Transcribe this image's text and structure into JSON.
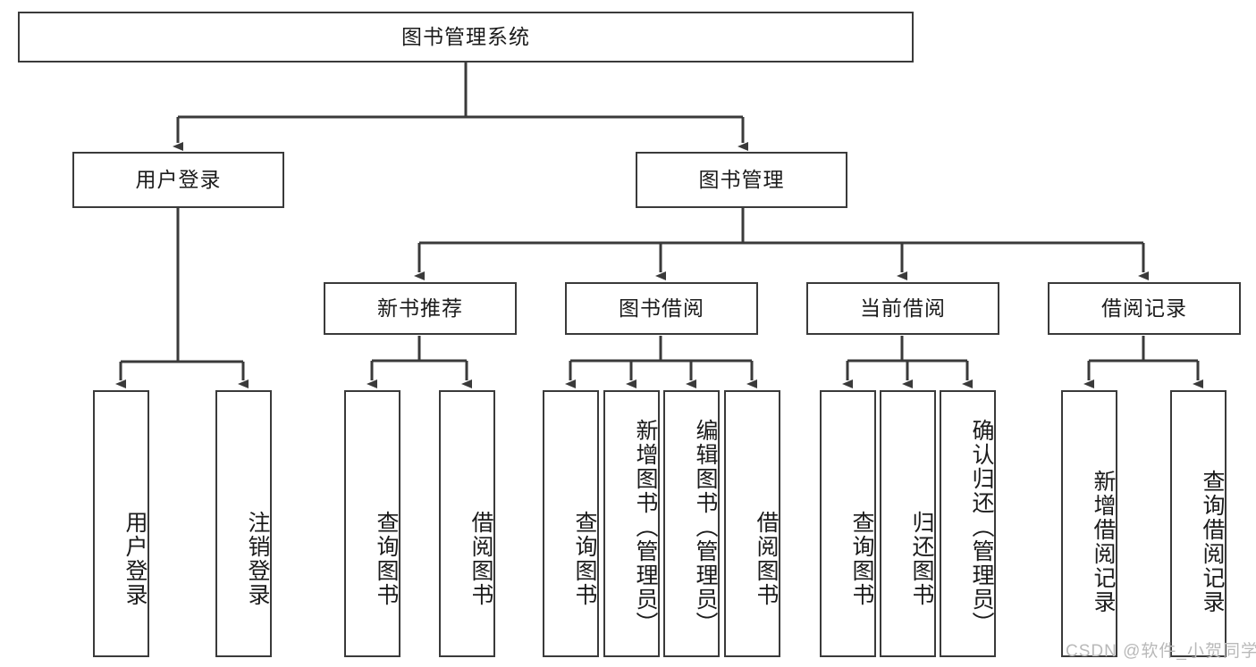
{
  "diagram": {
    "title": "图书管理系统",
    "root": {
      "label": "图书管理系统"
    },
    "level2": [
      {
        "label": "用户登录"
      },
      {
        "label": "图书管理"
      }
    ],
    "level3": [
      {
        "label": "新书推荐"
      },
      {
        "label": "图书借阅"
      },
      {
        "label": "当前借阅"
      },
      {
        "label": "借阅记录"
      }
    ],
    "leaves_user_login": [
      {
        "label": "用户登录"
      },
      {
        "label": "注销登录"
      }
    ],
    "leaves_new_book": [
      {
        "label": "查询图书"
      },
      {
        "label": "借阅图书"
      }
    ],
    "leaves_book_borrow": [
      {
        "label": "查询图书"
      },
      {
        "label": "新增图书（管理员）"
      },
      {
        "label": "编辑图书（管理员）"
      },
      {
        "label": "借阅图书"
      }
    ],
    "leaves_current_borrow": [
      {
        "label": "查询图书"
      },
      {
        "label": "归还图书"
      },
      {
        "label": "确认归还（管理员）"
      }
    ],
    "leaves_borrow_record": [
      {
        "label": "新增借阅记录"
      },
      {
        "label": "查询借阅记录"
      }
    ],
    "watermark": "CSDN @软件_小贺同学",
    "colors": {
      "stroke": "#3a3a3a",
      "background": "#ffffff",
      "text": "#1b1b1b",
      "watermark": "#b9b9b9"
    }
  }
}
